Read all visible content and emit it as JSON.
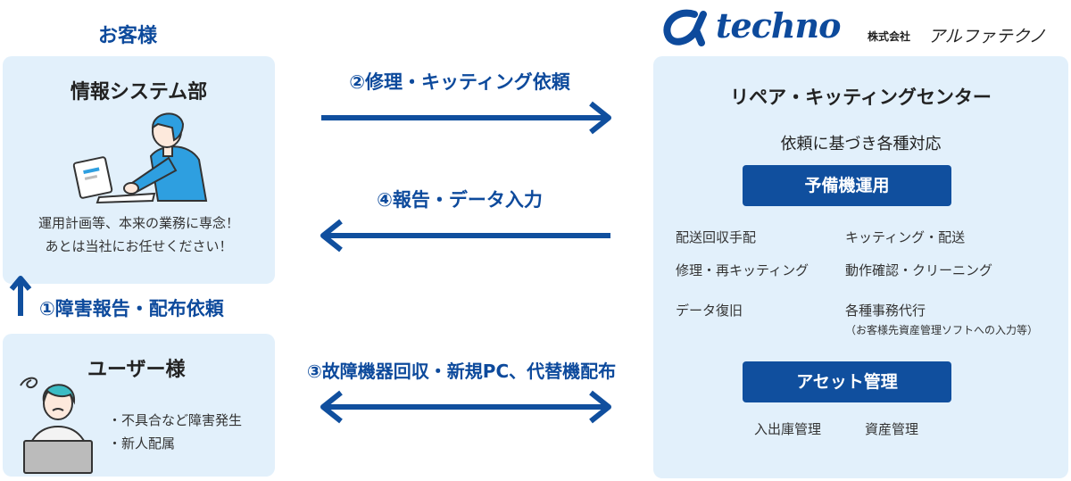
{
  "customer": {
    "heading": "お客様",
    "it_dept": {
      "title": "情報システム部",
      "message_line1": "運用計画等、本来の業務に専念！",
      "message_line2": "あとは当社にお任せください！"
    },
    "users": {
      "title": "ユーザー様",
      "bullets": [
        "・不具合など障害発生",
        "・新人配属"
      ]
    }
  },
  "steps": {
    "step1": "①障害報告・配布依頼",
    "step2": "②修理・キッティング依頼",
    "step3": "③故障機器回収・新規PC、代替機配布",
    "step4": "④報告・データ入力"
  },
  "company": {
    "logo_text": "techno",
    "corp_type": "株式会社",
    "name": "アルファテクノ"
  },
  "center": {
    "title": "リペア・キッティングセンター",
    "subtitle": "依頼に基づき各種対応",
    "spare_section": {
      "label": "予備機運用",
      "items": [
        {
          "text": "配送回収手配"
        },
        {
          "text": "キッティング・配送"
        },
        {
          "text": "修理・再キッティング"
        },
        {
          "text": "動作確認・クリーニング"
        },
        {
          "text": "データ復旧"
        },
        {
          "text": "各種事務代行"
        }
      ],
      "note": "（お客様先資産管理ソフトへの入力等）"
    },
    "asset_section": {
      "label": "アセット管理",
      "items": [
        "入出庫管理",
        "資産管理"
      ]
    }
  },
  "colors": {
    "accent": "#0d4a9c",
    "panel": "#e2f0fb",
    "arrow": "#104f9e",
    "person": "#2e9fe0"
  }
}
